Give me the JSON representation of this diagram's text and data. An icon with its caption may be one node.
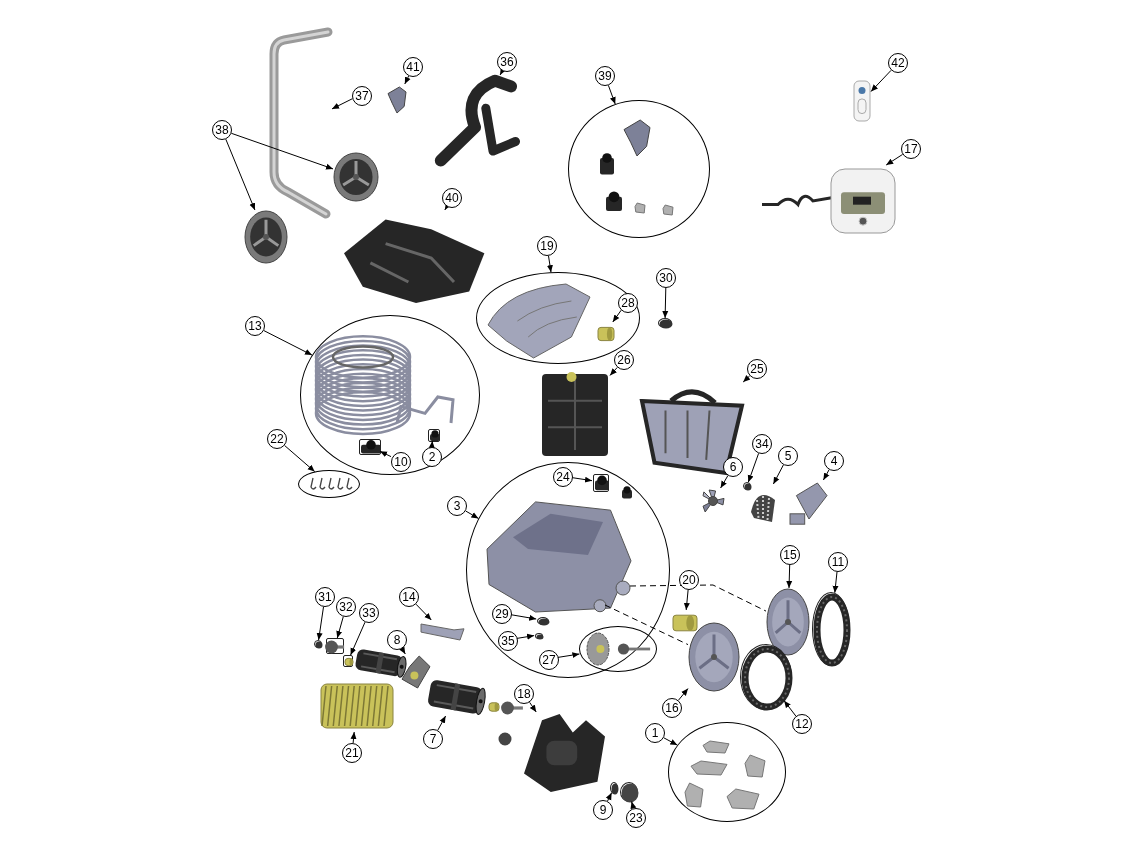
{
  "diagram": {
    "nodes": [
      {
        "text": [
          "37"
        ]
      },
      {
        "text": [],
        "shape": "picture"
      },
      {
        "text": [
          "38"
        ]
      },
      {
        "text": [],
        "shape": "picture"
      },
      {
        "text": [],
        "shape": "picture"
      },
      {
        "text": [
          "41"
        ]
      },
      {
        "text": [],
        "shape": "picture"
      },
      {
        "text": [
          "36"
        ]
      },
      {
        "text": [],
        "shape": "picture"
      },
      {
        "text": [
          "40"
        ]
      },
      {
        "text": [],
        "shape": "picture"
      },
      {
        "text": [
          "39"
        ]
      },
      {
        "text": [],
        "shape": "circle"
      },
      {
        "text": [
          "42"
        ]
      },
      {
        "text": [],
        "shape": "picture"
      },
      {
        "text": [
          "17"
        ]
      },
      {
        "text": [],
        "shape": "picture"
      },
      {
        "text": [
          "19"
        ]
      },
      {
        "text": [],
        "shape": "ellipse"
      },
      {
        "text": [
          "28"
        ],
        "in": 18
      },
      {
        "text": [],
        "shape": "picture",
        "in": 18
      },
      {
        "text": [
          "30"
        ]
      },
      {
        "text": [],
        "shape": "circle"
      },
      {
        "text": [
          "13"
        ]
      },
      {
        "text": [],
        "shape": "ellipse"
      },
      {
        "text": [
          "10"
        ],
        "in": 24
      },
      {
        "text": [],
        "shape": "box",
        "in": 24
      },
      {
        "text": [
          "2"
        ],
        "in": 24
      },
      {
        "text": [],
        "shape": "box",
        "in": 24
      },
      {
        "text": [
          "22"
        ]
      },
      {
        "text": [],
        "shape": "ellipse"
      },
      {
        "text": [
          "26"
        ]
      },
      {
        "text": [],
        "shape": "picture"
      },
      {
        "text": [
          "25"
        ]
      },
      {
        "text": [],
        "shape": "picture"
      },
      {
        "text": [
          "34"
        ]
      },
      {
        "text": [],
        "shape": "circle"
      },
      {
        "text": [
          "6"
        ]
      },
      {
        "text": [],
        "shape": "picture"
      },
      {
        "text": [
          "5"
        ]
      },
      {
        "text": [],
        "shape": "picture"
      },
      {
        "text": [
          "4"
        ]
      },
      {
        "text": [],
        "shape": "picture"
      },
      {
        "text": [
          "3"
        ]
      },
      {
        "text": [],
        "shape": "ellipse"
      },
      {
        "text": [
          "24"
        ],
        "in": 44
      },
      {
        "text": [],
        "shape": "box",
        "in": 44
      },
      {
        "text": [],
        "shape": "picture",
        "in": 44
      },
      {
        "text": [
          "29"
        ],
        "in": 44
      },
      {
        "text": [],
        "shape": "circle",
        "in": 44
      },
      {
        "text": [
          "35"
        ],
        "in": 44
      },
      {
        "text": [],
        "shape": "circle",
        "in": 44
      },
      {
        "text": [
          "27"
        ],
        "in": 44
      },
      {
        "text": [],
        "shape": "ellipse",
        "in": 44
      },
      {
        "text": [
          "20"
        ]
      },
      {
        "text": [],
        "shape": "picture"
      },
      {
        "text": [
          "15"
        ]
      },
      {
        "text": [],
        "shape": "picture"
      },
      {
        "text": [
          "11"
        ]
      },
      {
        "text": [],
        "shape": "circle"
      },
      {
        "text": [
          "14"
        ]
      },
      {
        "text": [],
        "shape": "picture"
      },
      {
        "text": [
          "31"
        ]
      },
      {
        "text": [],
        "shape": "circle"
      },
      {
        "text": [
          "32"
        ]
      },
      {
        "text": [],
        "shape": "box"
      },
      {
        "text": [
          "33"
        ]
      },
      {
        "text": [],
        "shape": "box"
      },
      {
        "text": [
          "8"
        ]
      },
      {
        "text": [],
        "shape": "picture"
      },
      {
        "text": [
          "16"
        ]
      },
      {
        "text": [],
        "shape": "picture"
      },
      {
        "text": [
          "12"
        ]
      },
      {
        "text": [],
        "shape": "circle"
      },
      {
        "text": [
          "18"
        ]
      },
      {
        "text": [],
        "shape": "picture"
      },
      {
        "text": [
          "7"
        ]
      },
      {
        "text": [],
        "shape": "picture"
      },
      {
        "text": [
          "21"
        ]
      },
      {
        "text": [],
        "shape": "picture"
      },
      {
        "text": [
          "1"
        ]
      },
      {
        "text": [],
        "shape": "ellipse"
      },
      {
        "text": [
          "9"
        ]
      },
      {
        "text": [],
        "shape": "circle"
      },
      {
        "text": [
          "23"
        ]
      },
      {
        "text": [],
        "shape": "circle"
      }
    ],
    "edges": [
      {
        "from": 0,
        "to": 1,
        "arrow": "to"
      },
      {
        "from": 2,
        "to": 3,
        "arrow": "to"
      },
      {
        "from": 2,
        "to": 4,
        "arrow": "to"
      },
      {
        "from": 5,
        "to": 6,
        "arrow": "to"
      },
      {
        "from": 7,
        "to": 8,
        "arrow": "to"
      },
      {
        "from": 9,
        "to": 10,
        "arrow": "to"
      },
      {
        "from": 11,
        "to": 12,
        "arrow": "to"
      },
      {
        "from": 13,
        "to": 14,
        "arrow": "to"
      },
      {
        "from": 15,
        "to": 16,
        "arrow": "to"
      },
      {
        "from": 17,
        "to": 18,
        "arrow": "to"
      },
      {
        "from": 19,
        "to": 20,
        "arrow": "to"
      },
      {
        "from": 21,
        "to": 22,
        "arrow": "to"
      },
      {
        "from": 23,
        "to": 24,
        "arrow": "to"
      },
      {
        "from": 25,
        "to": 26,
        "arrow": "to"
      },
      {
        "from": 27,
        "to": 28,
        "arrow": "to"
      },
      {
        "from": 29,
        "to": 30,
        "arrow": "to"
      },
      {
        "from": 31,
        "to": 32,
        "arrow": "to"
      },
      {
        "from": 33,
        "to": 34,
        "arrow": "to"
      },
      {
        "from": 35,
        "to": 36,
        "arrow": "to"
      },
      {
        "from": 37,
        "to": 38,
        "arrow": "to"
      },
      {
        "from": 39,
        "to": 40,
        "arrow": "to"
      },
      {
        "from": 41,
        "to": 42,
        "arrow": "to"
      },
      {
        "from": 43,
        "to": 44,
        "arrow": "to"
      },
      {
        "from": 45,
        "to": 46,
        "arrow": "to"
      },
      {
        "from": 48,
        "to": 49,
        "arrow": "to"
      },
      {
        "from": 50,
        "to": 51,
        "arrow": "to"
      },
      {
        "from": 52,
        "to": 53,
        "arrow": "to"
      },
      {
        "from": 54,
        "to": 55,
        "arrow": "to"
      },
      {
        "from": 56,
        "to": 57,
        "arrow": "to"
      },
      {
        "from": 58,
        "to": 59,
        "arrow": "to"
      },
      {
        "from": 60,
        "to": 61,
        "arrow": "to"
      },
      {
        "from": 62,
        "to": 63,
        "arrow": "to"
      },
      {
        "from": 64,
        "to": 65,
        "arrow": "to"
      },
      {
        "from": 66,
        "to": 67,
        "arrow": "to"
      },
      {
        "from": 68,
        "to": 69,
        "arrow": "to"
      },
      {
        "from": 70,
        "to": 71,
        "arrow": "to"
      },
      {
        "from": 72,
        "to": 73,
        "arrow": "to"
      },
      {
        "from": 74,
        "to": 75,
        "arrow": "to"
      },
      {
        "from": 76,
        "to": 77,
        "arrow": "to"
      },
      {
        "from": 78,
        "to": 79,
        "arrow": "to"
      },
      {
        "from": 80,
        "to": 81,
        "arrow": "to"
      },
      {
        "from": 82,
        "to": 83,
        "arrow": "to"
      },
      {
        "from": 84,
        "to": 85,
        "arrow": "to"
      },
      {
        "from": 47,
        "to": 57,
        "arrow": "none",
        "style": "dashed"
      },
      {
        "from": 47,
        "to": 71,
        "arrow": "none",
        "style": "dashed"
      }
    ]
  }
}
